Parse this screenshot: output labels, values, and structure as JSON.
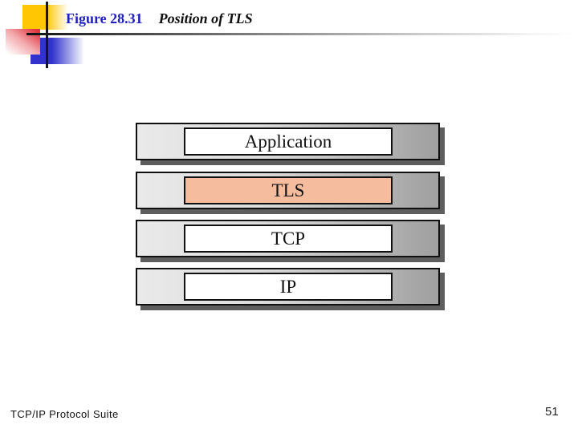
{
  "slide": {
    "figure_label": "Figure 28.31",
    "figure_title": "Position of TLS",
    "footer_left": "TCP/IP Protocol Suite",
    "page_number": "51"
  },
  "diagram": {
    "type": "layer-stack",
    "description": "TCP/IP protocol stack showing position of TLS",
    "layers": [
      {
        "label": "Application",
        "highlighted": false
      },
      {
        "label": "TLS",
        "highlighted": true
      },
      {
        "label": "TCP",
        "highlighted": false
      },
      {
        "label": "IP",
        "highlighted": false
      }
    ],
    "highlight_color": "#f6bc9e"
  },
  "colors": {
    "figure_label_blue": "#1f1fbe",
    "highlight_peach": "#f6bc9e",
    "bar_gradient_left": "#eaeaea",
    "bar_gradient_right": "#9f9f9f",
    "bar_shadow": "#5e5e5e",
    "logo_yellow": "#ffc603",
    "logo_red": "#e0343f",
    "logo_blue": "#3232cd"
  }
}
